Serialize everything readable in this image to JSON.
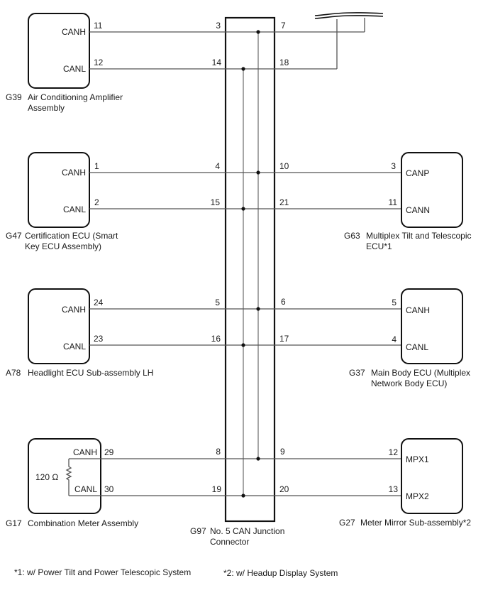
{
  "diagram": {
    "title": "CAN communication wiring (No. 5 CAN Junction Connector)",
    "junction": {
      "code": "G97",
      "name_line1": "No. 5 CAN Junction",
      "name_line2": "Connector"
    },
    "left_ecus": [
      {
        "code": "G39",
        "name_line1": "Air Conditioning Amplifier",
        "name_line2": "Assembly",
        "sig_h": "CANH",
        "sig_l": "CANL",
        "pin_h": "11",
        "pin_l": "12",
        "jpin_h": "3",
        "jpin_l": "14"
      },
      {
        "code": "G47",
        "name_line1": "Certification ECU (Smart",
        "name_line2": "Key ECU Assembly)",
        "sig_h": "CANH",
        "sig_l": "CANL",
        "pin_h": "1",
        "pin_l": "2",
        "jpin_h": "4",
        "jpin_l": "15"
      },
      {
        "code": "A78",
        "name_line1": "Headlight ECU Sub-assembly LH",
        "name_line2": "",
        "sig_h": "CANH",
        "sig_l": "CANL",
        "pin_h": "24",
        "pin_l": "23",
        "jpin_h": "5",
        "jpin_l": "16"
      },
      {
        "code": "G17",
        "name_line1": "Combination Meter Assembly",
        "name_line2": "",
        "sig_h": "CANH",
        "sig_l": "CANL",
        "pin_h": "29",
        "pin_l": "30",
        "jpin_h": "8",
        "jpin_l": "19",
        "resistor": "120 Ω"
      }
    ],
    "right_ecus": [
      {
        "code": "",
        "name_line1": "",
        "name_line2": "",
        "jpin_h": "7",
        "jpin_l": "18",
        "twisted_pair": true
      },
      {
        "code": "G63",
        "name_line1": "Multiplex Tilt and Telescopic",
        "name_line2": "ECU*1",
        "sig_h": "CANP",
        "sig_l": "CANN",
        "pin_h": "3",
        "pin_l": "11",
        "jpin_h": "10",
        "jpin_l": "21"
      },
      {
        "code": "G37",
        "name_line1": "Main Body ECU (Multiplex",
        "name_line2": "Network Body ECU)",
        "sig_h": "CANH",
        "sig_l": "CANL",
        "pin_h": "5",
        "pin_l": "4",
        "jpin_h": "6",
        "jpin_l": "17"
      },
      {
        "code": "G27",
        "name_line1": "Meter Mirror Sub-assembly*2",
        "name_line2": "",
        "sig_h": "MPX1",
        "sig_l": "MPX2",
        "pin_h": "12",
        "pin_l": "13",
        "jpin_h": "9",
        "jpin_l": "20"
      }
    ],
    "footnotes": [
      "*1: w/ Power Tilt and Power Telescopic System",
      "*2: w/ Headup Display System"
    ]
  }
}
